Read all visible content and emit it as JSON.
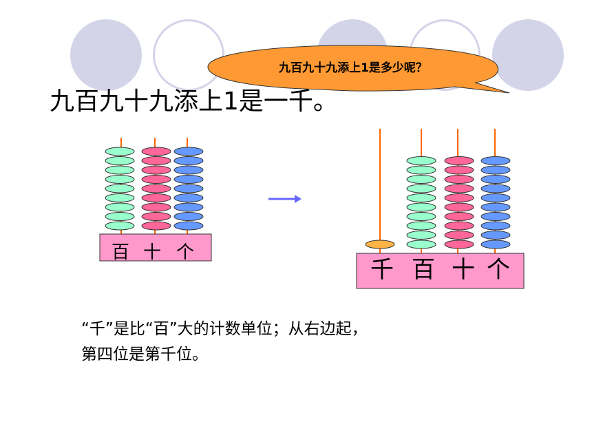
{
  "speech_bubble": {
    "text": "九百九十九添上1是多少呢？"
  },
  "headline": "九百九十九添上1是一千。",
  "abacus_before": {
    "rods": [
      {
        "place": "百",
        "beads": 9,
        "color": "#99ffcc"
      },
      {
        "place": "十",
        "beads": 9,
        "color": "#ff6699"
      },
      {
        "place": "个",
        "beads": 9,
        "color": "#6699ff"
      }
    ]
  },
  "abacus_after": {
    "rods": [
      {
        "place": "千",
        "beads": 1,
        "color": "#ffb347"
      },
      {
        "place": "百",
        "beads": 10,
        "color": "#99ffcc"
      },
      {
        "place": "十",
        "beads": 10,
        "color": "#ff6699"
      },
      {
        "place": "个",
        "beads": 10,
        "color": "#6699ff"
      }
    ]
  },
  "explanation": {
    "line1": "“千”是比“百”大的计数单位；从右边起，",
    "line2": "第四位是第千位。"
  },
  "colors": {
    "base": "#ff99cc",
    "rod": "#ff6600",
    "arrow": "#6666ff",
    "deco": "#d3d4e8",
    "bubble": "#ff9933"
  }
}
